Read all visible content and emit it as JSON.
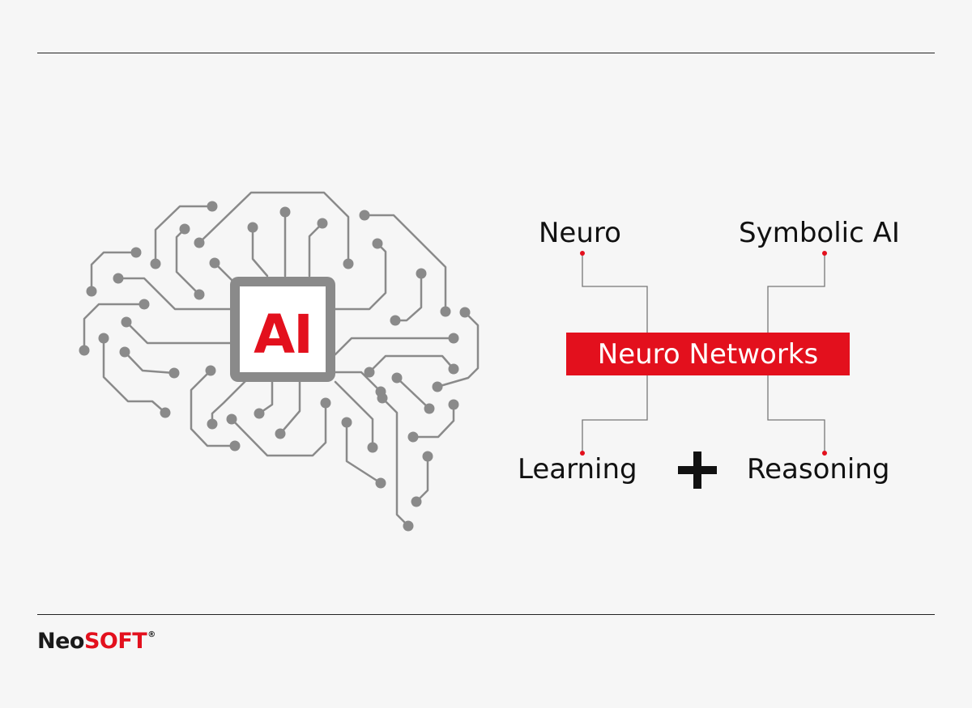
{
  "brain": {
    "chip_label": "AI"
  },
  "diagram": {
    "top_left_label": "Neuro",
    "top_right_label": "Symbolic AI",
    "center_label": "Neuro Networks",
    "bottom_left_label": "Learning",
    "bottom_right_label": "Reasoning",
    "operator_icon": "plus-icon"
  },
  "logo": {
    "part1": "Neo",
    "part2": "SOFT",
    "mark": "®"
  },
  "colors": {
    "accent": "#e3101d",
    "circuit": "#8a8a8a",
    "background": "#f6f6f6",
    "text": "#111111"
  }
}
